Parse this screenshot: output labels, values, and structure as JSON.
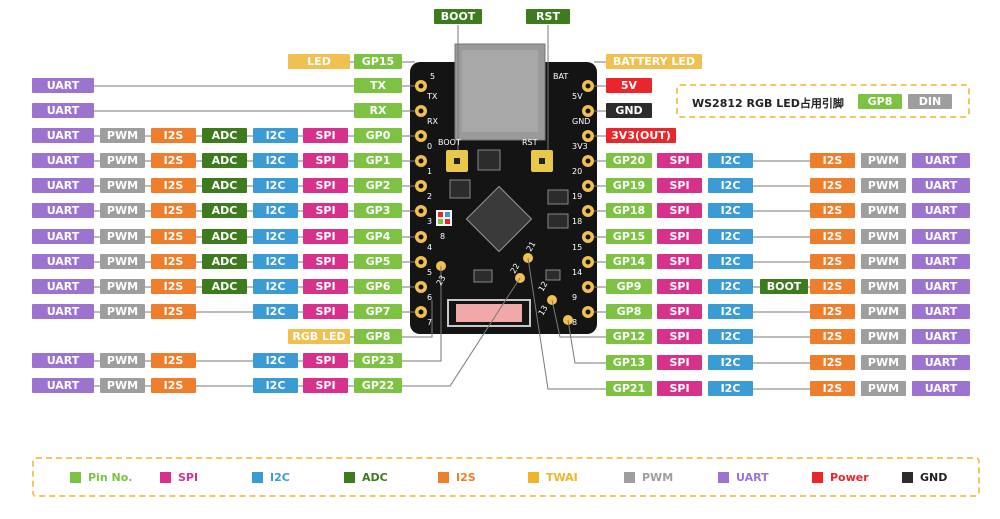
{
  "colors": {
    "pin": "#7dc242",
    "spi": "#d6328c",
    "i2c": "#3a9bd5",
    "adc": "#3e7a1e",
    "i2s": "#ee7d2c",
    "twai": "#f0b428",
    "pwm": "#9e9e9e",
    "uart": "#9c74d0",
    "power": "#e8262c",
    "gnd": "#2c2c2c",
    "led": "#f0c050"
  },
  "top_labels": [
    {
      "text": "BOOT",
      "type": "adc"
    },
    {
      "text": "RST",
      "type": "adc"
    }
  ],
  "left_rows": [
    {
      "pin": "GP15",
      "labels": [
        {
          "text": "LED",
          "type": "led"
        }
      ]
    },
    {
      "pin": "TX",
      "labels": [
        {
          "text": "UART",
          "type": "uart"
        }
      ]
    },
    {
      "pin": "RX",
      "labels": [
        {
          "text": "UART",
          "type": "uart"
        }
      ]
    },
    {
      "pin": "GP0",
      "labels": [
        {
          "text": "UART",
          "type": "uart"
        },
        {
          "text": "PWM",
          "type": "pwm"
        },
        {
          "text": "I2S",
          "type": "i2s"
        },
        {
          "text": "ADC",
          "type": "adc"
        },
        {
          "text": "I2C",
          "type": "i2c"
        },
        {
          "text": "SPI",
          "type": "spi"
        }
      ]
    },
    {
      "pin": "GP1",
      "labels": [
        {
          "text": "UART",
          "type": "uart"
        },
        {
          "text": "PWM",
          "type": "pwm"
        },
        {
          "text": "I2S",
          "type": "i2s"
        },
        {
          "text": "ADC",
          "type": "adc"
        },
        {
          "text": "I2C",
          "type": "i2c"
        },
        {
          "text": "SPI",
          "type": "spi"
        }
      ]
    },
    {
      "pin": "GP2",
      "labels": [
        {
          "text": "UART",
          "type": "uart"
        },
        {
          "text": "PWM",
          "type": "pwm"
        },
        {
          "text": "I2S",
          "type": "i2s"
        },
        {
          "text": "ADC",
          "type": "adc"
        },
        {
          "text": "I2C",
          "type": "i2c"
        },
        {
          "text": "SPI",
          "type": "spi"
        }
      ]
    },
    {
      "pin": "GP3",
      "labels": [
        {
          "text": "UART",
          "type": "uart"
        },
        {
          "text": "PWM",
          "type": "pwm"
        },
        {
          "text": "I2S",
          "type": "i2s"
        },
        {
          "text": "ADC",
          "type": "adc"
        },
        {
          "text": "I2C",
          "type": "i2c"
        },
        {
          "text": "SPI",
          "type": "spi"
        }
      ]
    },
    {
      "pin": "GP4",
      "labels": [
        {
          "text": "UART",
          "type": "uart"
        },
        {
          "text": "PWM",
          "type": "pwm"
        },
        {
          "text": "I2S",
          "type": "i2s"
        },
        {
          "text": "ADC",
          "type": "adc"
        },
        {
          "text": "I2C",
          "type": "i2c"
        },
        {
          "text": "SPI",
          "type": "spi"
        }
      ]
    },
    {
      "pin": "GP5",
      "labels": [
        {
          "text": "UART",
          "type": "uart"
        },
        {
          "text": "PWM",
          "type": "pwm"
        },
        {
          "text": "I2S",
          "type": "i2s"
        },
        {
          "text": "ADC",
          "type": "adc"
        },
        {
          "text": "I2C",
          "type": "i2c"
        },
        {
          "text": "SPI",
          "type": "spi"
        }
      ]
    },
    {
      "pin": "GP6",
      "labels": [
        {
          "text": "UART",
          "type": "uart"
        },
        {
          "text": "PWM",
          "type": "pwm"
        },
        {
          "text": "I2S",
          "type": "i2s"
        },
        {
          "text": "ADC",
          "type": "adc"
        },
        {
          "text": "I2C",
          "type": "i2c"
        },
        {
          "text": "SPI",
          "type": "spi"
        }
      ]
    },
    {
      "pin": "GP7",
      "labels": [
        {
          "text": "UART",
          "type": "uart"
        },
        {
          "text": "PWM",
          "type": "pwm"
        },
        {
          "text": "I2S",
          "type": "i2s"
        },
        {
          "text": "",
          "type": "none"
        },
        {
          "text": "I2C",
          "type": "i2c"
        },
        {
          "text": "SPI",
          "type": "spi"
        }
      ]
    },
    {
      "pin": "GP8",
      "labels": [
        {
          "text": "RGB LED",
          "type": "led"
        }
      ]
    },
    {
      "pin": "GP23",
      "labels": [
        {
          "text": "UART",
          "type": "uart"
        },
        {
          "text": "PWM",
          "type": "pwm"
        },
        {
          "text": "I2S",
          "type": "i2s"
        },
        {
          "text": "",
          "type": "none"
        },
        {
          "text": "I2C",
          "type": "i2c"
        },
        {
          "text": "SPI",
          "type": "spi"
        }
      ]
    },
    {
      "pin": "GP22",
      "labels": [
        {
          "text": "UART",
          "type": "uart"
        },
        {
          "text": "PWM",
          "type": "pwm"
        },
        {
          "text": "I2S",
          "type": "i2s"
        },
        {
          "text": "",
          "type": "none"
        },
        {
          "text": "I2C",
          "type": "i2c"
        },
        {
          "text": "SPI",
          "type": "spi"
        }
      ]
    }
  ],
  "right_power": [
    {
      "text": "BATTERY LED",
      "type": "led"
    },
    {
      "text": "5V",
      "type": "power"
    },
    {
      "text": "GND",
      "type": "gnd"
    },
    {
      "text": "3V3(OUT)",
      "type": "power"
    }
  ],
  "right_rows": [
    {
      "pin": "GP20",
      "labels": [
        {
          "text": "SPI",
          "type": "spi"
        },
        {
          "text": "I2C",
          "type": "i2c"
        },
        {
          "text": "",
          "type": "none"
        },
        {
          "text": "I2S",
          "type": "i2s"
        },
        {
          "text": "PWM",
          "type": "pwm"
        },
        {
          "text": "UART",
          "type": "uart"
        }
      ]
    },
    {
      "pin": "GP19",
      "labels": [
        {
          "text": "SPI",
          "type": "spi"
        },
        {
          "text": "I2C",
          "type": "i2c"
        },
        {
          "text": "",
          "type": "none"
        },
        {
          "text": "I2S",
          "type": "i2s"
        },
        {
          "text": "PWM",
          "type": "pwm"
        },
        {
          "text": "UART",
          "type": "uart"
        }
      ]
    },
    {
      "pin": "GP18",
      "labels": [
        {
          "text": "SPI",
          "type": "spi"
        },
        {
          "text": "I2C",
          "type": "i2c"
        },
        {
          "text": "",
          "type": "none"
        },
        {
          "text": "I2S",
          "type": "i2s"
        },
        {
          "text": "PWM",
          "type": "pwm"
        },
        {
          "text": "UART",
          "type": "uart"
        }
      ]
    },
    {
      "pin": "GP15",
      "labels": [
        {
          "text": "SPI",
          "type": "spi"
        },
        {
          "text": "I2C",
          "type": "i2c"
        },
        {
          "text": "",
          "type": "none"
        },
        {
          "text": "I2S",
          "type": "i2s"
        },
        {
          "text": "PWM",
          "type": "pwm"
        },
        {
          "text": "UART",
          "type": "uart"
        }
      ]
    },
    {
      "pin": "GP14",
      "labels": [
        {
          "text": "SPI",
          "type": "spi"
        },
        {
          "text": "I2C",
          "type": "i2c"
        },
        {
          "text": "",
          "type": "none"
        },
        {
          "text": "I2S",
          "type": "i2s"
        },
        {
          "text": "PWM",
          "type": "pwm"
        },
        {
          "text": "UART",
          "type": "uart"
        }
      ]
    },
    {
      "pin": "GP9",
      "labels": [
        {
          "text": "SPI",
          "type": "spi"
        },
        {
          "text": "I2C",
          "type": "i2c"
        },
        {
          "text": "BOOT",
          "type": "adc"
        },
        {
          "text": "I2S",
          "type": "i2s"
        },
        {
          "text": "PWM",
          "type": "pwm"
        },
        {
          "text": "UART",
          "type": "uart"
        }
      ]
    },
    {
      "pin": "GP8",
      "labels": [
        {
          "text": "SPI",
          "type": "spi"
        },
        {
          "text": "I2C",
          "type": "i2c"
        },
        {
          "text": "",
          "type": "none"
        },
        {
          "text": "I2S",
          "type": "i2s"
        },
        {
          "text": "PWM",
          "type": "pwm"
        },
        {
          "text": "UART",
          "type": "uart"
        }
      ]
    },
    {
      "pin": "GP12",
      "labels": [
        {
          "text": "SPI",
          "type": "spi"
        },
        {
          "text": "I2C",
          "type": "i2c"
        },
        {
          "text": "",
          "type": "none"
        },
        {
          "text": "I2S",
          "type": "i2s"
        },
        {
          "text": "PWM",
          "type": "pwm"
        },
        {
          "text": "UART",
          "type": "uart"
        }
      ]
    },
    {
      "pin": "GP13",
      "labels": [
        {
          "text": "SPI",
          "type": "spi"
        },
        {
          "text": "I2C",
          "type": "i2c"
        },
        {
          "text": "",
          "type": "none"
        },
        {
          "text": "I2S",
          "type": "i2s"
        },
        {
          "text": "PWM",
          "type": "pwm"
        },
        {
          "text": "UART",
          "type": "uart"
        }
      ]
    },
    {
      "pin": "GP21",
      "labels": [
        {
          "text": "SPI",
          "type": "spi"
        },
        {
          "text": "I2C",
          "type": "i2c"
        },
        {
          "text": "",
          "type": "none"
        },
        {
          "text": "I2S",
          "type": "i2s"
        },
        {
          "text": "PWM",
          "type": "pwm"
        },
        {
          "text": "UART",
          "type": "uart"
        }
      ]
    }
  ],
  "info_box": {
    "text": "WS2812 RGB LED占用引脚",
    "pin": "GP8",
    "signal": "DIN"
  },
  "board_text": {
    "left_pads": [
      "5",
      "TX",
      "RX",
      "0",
      "1",
      "2",
      "3",
      "4",
      "5",
      "6",
      "7"
    ],
    "right_pads": [
      "BAT",
      "5V",
      "GND",
      "3V3",
      "20",
      "19",
      "18",
      "15",
      "14",
      "9",
      "8"
    ],
    "inner": [
      "BOOT",
      "RST",
      "23",
      "22",
      "21",
      "12",
      "13",
      "8"
    ]
  },
  "legend": [
    {
      "text": "Pin No.",
      "type": "pin"
    },
    {
      "text": "SPI",
      "type": "spi"
    },
    {
      "text": "I2C",
      "type": "i2c"
    },
    {
      "text": "ADC",
      "type": "adc"
    },
    {
      "text": "I2S",
      "type": "i2s"
    },
    {
      "text": "TWAI",
      "type": "twai"
    },
    {
      "text": "PWM",
      "type": "pwm"
    },
    {
      "text": "UART",
      "type": "uart"
    },
    {
      "text": "Power",
      "type": "power"
    },
    {
      "text": "GND",
      "type": "gnd"
    }
  ]
}
